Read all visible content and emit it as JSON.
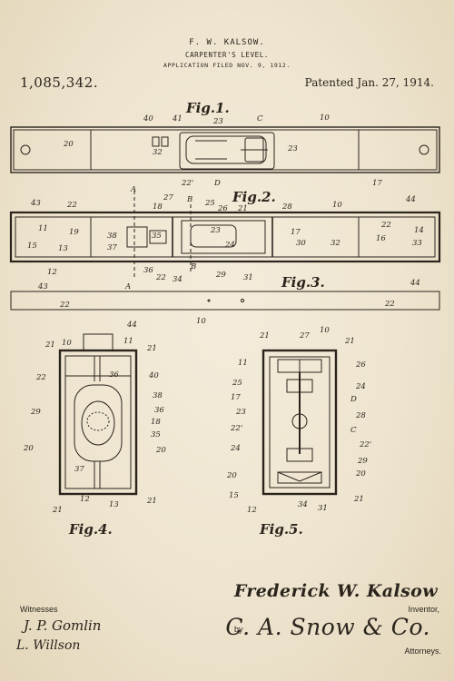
{
  "header": {
    "inventor_name": "F. W. KALSOW.",
    "title": "CARPENTER'S LEVEL.",
    "application": "APPLICATION FILED NOV. 9, 1912.",
    "patent_number": "1,085,342.",
    "patented_date": "Patented Jan. 27, 1914."
  },
  "figures": {
    "fig1": "Fig.1.",
    "fig2": "Fig.2.",
    "fig3": "Fig.3.",
    "fig4": "Fig.4.",
    "fig5": "Fig.5."
  },
  "refs": {
    "fig1": [
      "40",
      "41",
      "23",
      "C",
      "10",
      "20",
      "32",
      "23",
      "22'",
      "D",
      "17"
    ],
    "fig2": [
      "A",
      "B",
      "27",
      "25",
      "21",
      "18",
      "26",
      "28",
      "10",
      "44",
      "43",
      "22",
      "11",
      "19",
      "38",
      "37",
      "35",
      "23",
      "24",
      "17",
      "30",
      "32",
      "22",
      "16",
      "14",
      "33",
      "15",
      "13",
      "12",
      "36",
      "22",
      "34",
      "B",
      "29",
      "31",
      "A"
    ],
    "fig3": [
      "43",
      "22",
      "10",
      "44",
      "22"
    ],
    "fig4": [
      "44",
      "21",
      "10",
      "11",
      "21",
      "22",
      "36",
      "40",
      "38",
      "29",
      "36",
      "18",
      "35",
      "20",
      "20",
      "37",
      "21",
      "12",
      "13",
      "21"
    ],
    "fig5": [
      "21",
      "27",
      "10",
      "21",
      "11",
      "26",
      "25",
      "24",
      "17",
      "D",
      "23",
      "28",
      "C",
      "22'",
      "22'",
      "24",
      "29",
      "20",
      "20",
      "15",
      "12",
      "34",
      "31",
      "21"
    ]
  },
  "signatures": {
    "witnesses_label": "Witnesses",
    "witness1": "J. P. Gomlin",
    "witness2": "L. Willson",
    "inventor_signature": "Frederick W. Kalsow",
    "inventor_label": "Inventor,",
    "by_label": "by",
    "attorney_signature": "C. A. Snow & Co.",
    "attorneys_label": "Attorneys."
  }
}
